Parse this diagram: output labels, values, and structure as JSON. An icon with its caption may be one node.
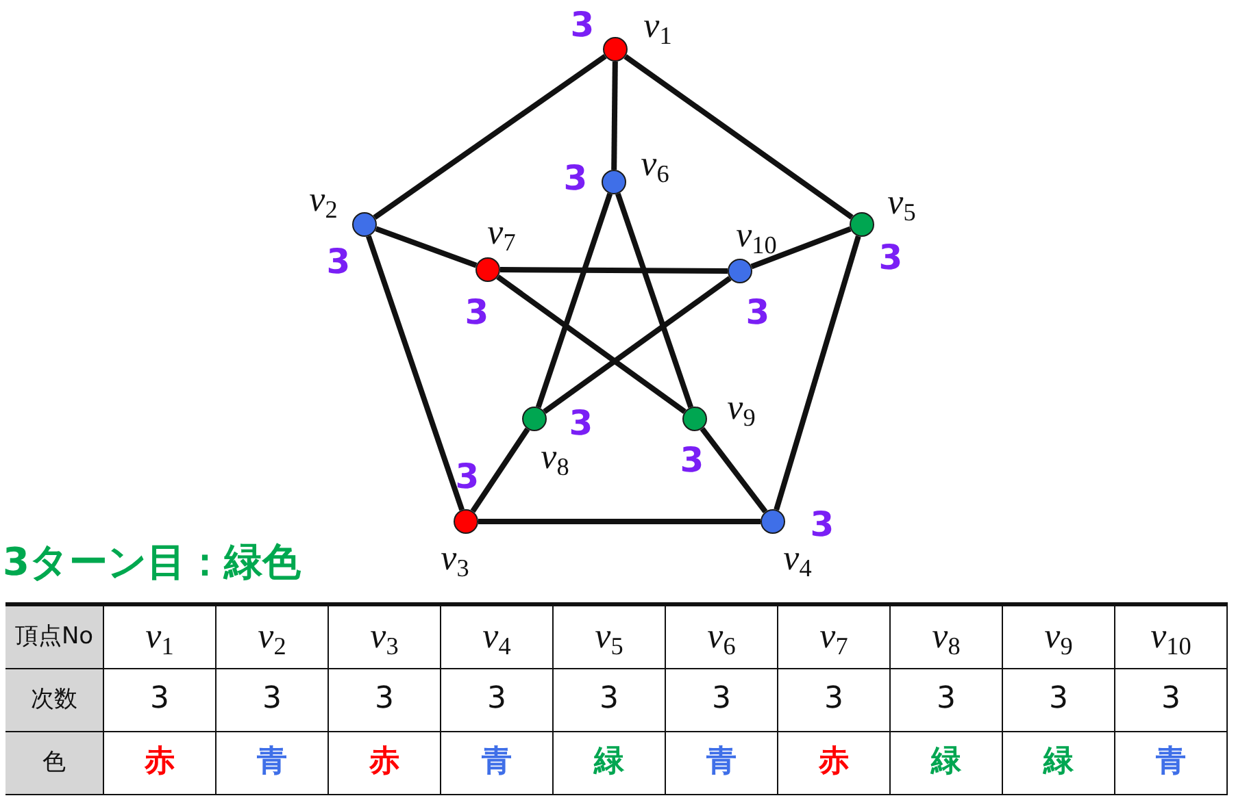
{
  "diagram": {
    "title": "3ターン目：緑色",
    "nodes": [
      {
        "text": [],
        "shape": "circle",
        "beside": [
          "*v*$_{1}$",
          "3"
        ]
      },
      {
        "text": [],
        "shape": "circle",
        "beside": [
          "*v*$_{2}$",
          "3"
        ]
      },
      {
        "text": [],
        "shape": "circle",
        "beside": [
          "*v*$_{3}$",
          "3"
        ]
      },
      {
        "text": [],
        "shape": "circle",
        "beside": [
          "*v*$_{4}$",
          "3"
        ]
      },
      {
        "text": [],
        "shape": "circle",
        "beside": [
          "*v*$_{5}$",
          "3"
        ]
      },
      {
        "text": [],
        "shape": "circle",
        "beside": [
          "*v*$_{6}$",
          "3"
        ]
      },
      {
        "text": [],
        "shape": "circle",
        "beside": [
          "*v*$_{7}$",
          "3"
        ]
      },
      {
        "text": [],
        "shape": "circle",
        "beside": [
          "*v*$_{8}$",
          "3"
        ]
      },
      {
        "text": [],
        "shape": "circle",
        "beside": [
          "*v*$_{9}$",
          "3"
        ]
      },
      {
        "text": [],
        "shape": "circle",
        "beside": [
          "*v*$_{10}$",
          "3"
        ]
      }
    ],
    "edges": [
      {
        "from": 0,
        "to": 1,
        "arrow": "none"
      },
      {
        "from": 0,
        "to": 4,
        "arrow": "none"
      },
      {
        "from": 0,
        "to": 5,
        "arrow": "none"
      },
      {
        "from": 1,
        "to": 2,
        "arrow": "none"
      },
      {
        "from": 1,
        "to": 6,
        "arrow": "none"
      },
      {
        "from": 4,
        "to": 3,
        "arrow": "none"
      },
      {
        "from": 4,
        "to": 9,
        "arrow": "none"
      },
      {
        "from": 2,
        "to": 3,
        "arrow": "none"
      },
      {
        "from": 2,
        "to": 7,
        "arrow": "none"
      },
      {
        "from": 3,
        "to": 8,
        "arrow": "none"
      },
      {
        "from": 5,
        "to": 7,
        "arrow": "none"
      },
      {
        "from": 5,
        "to": 8,
        "arrow": "none"
      },
      {
        "from": 6,
        "to": 9,
        "arrow": "none"
      },
      {
        "from": 6,
        "to": 8,
        "arrow": "none"
      },
      {
        "from": 9,
        "to": 7,
        "arrow": "none"
      }
    ],
    "labels": [
      "頂点No",
      "*v*$_{1}$",
      "*v*$_{2}$",
      "*v*$_{3}$",
      "*v*$_{4}$",
      "*v*$_{5}$",
      "*v*$_{6}$",
      "*v*$_{7}$",
      "*v*$_{8}$",
      "*v*$_{9}$",
      "*v*$_{10}$",
      "次数",
      "3",
      "3",
      "3",
      "3",
      "3",
      "3",
      "3",
      "3",
      "3",
      "3",
      "色",
      "赤",
      "青",
      "赤",
      "青",
      "緑",
      "青",
      "赤",
      "緑",
      "緑",
      "青"
    ]
  }
}
